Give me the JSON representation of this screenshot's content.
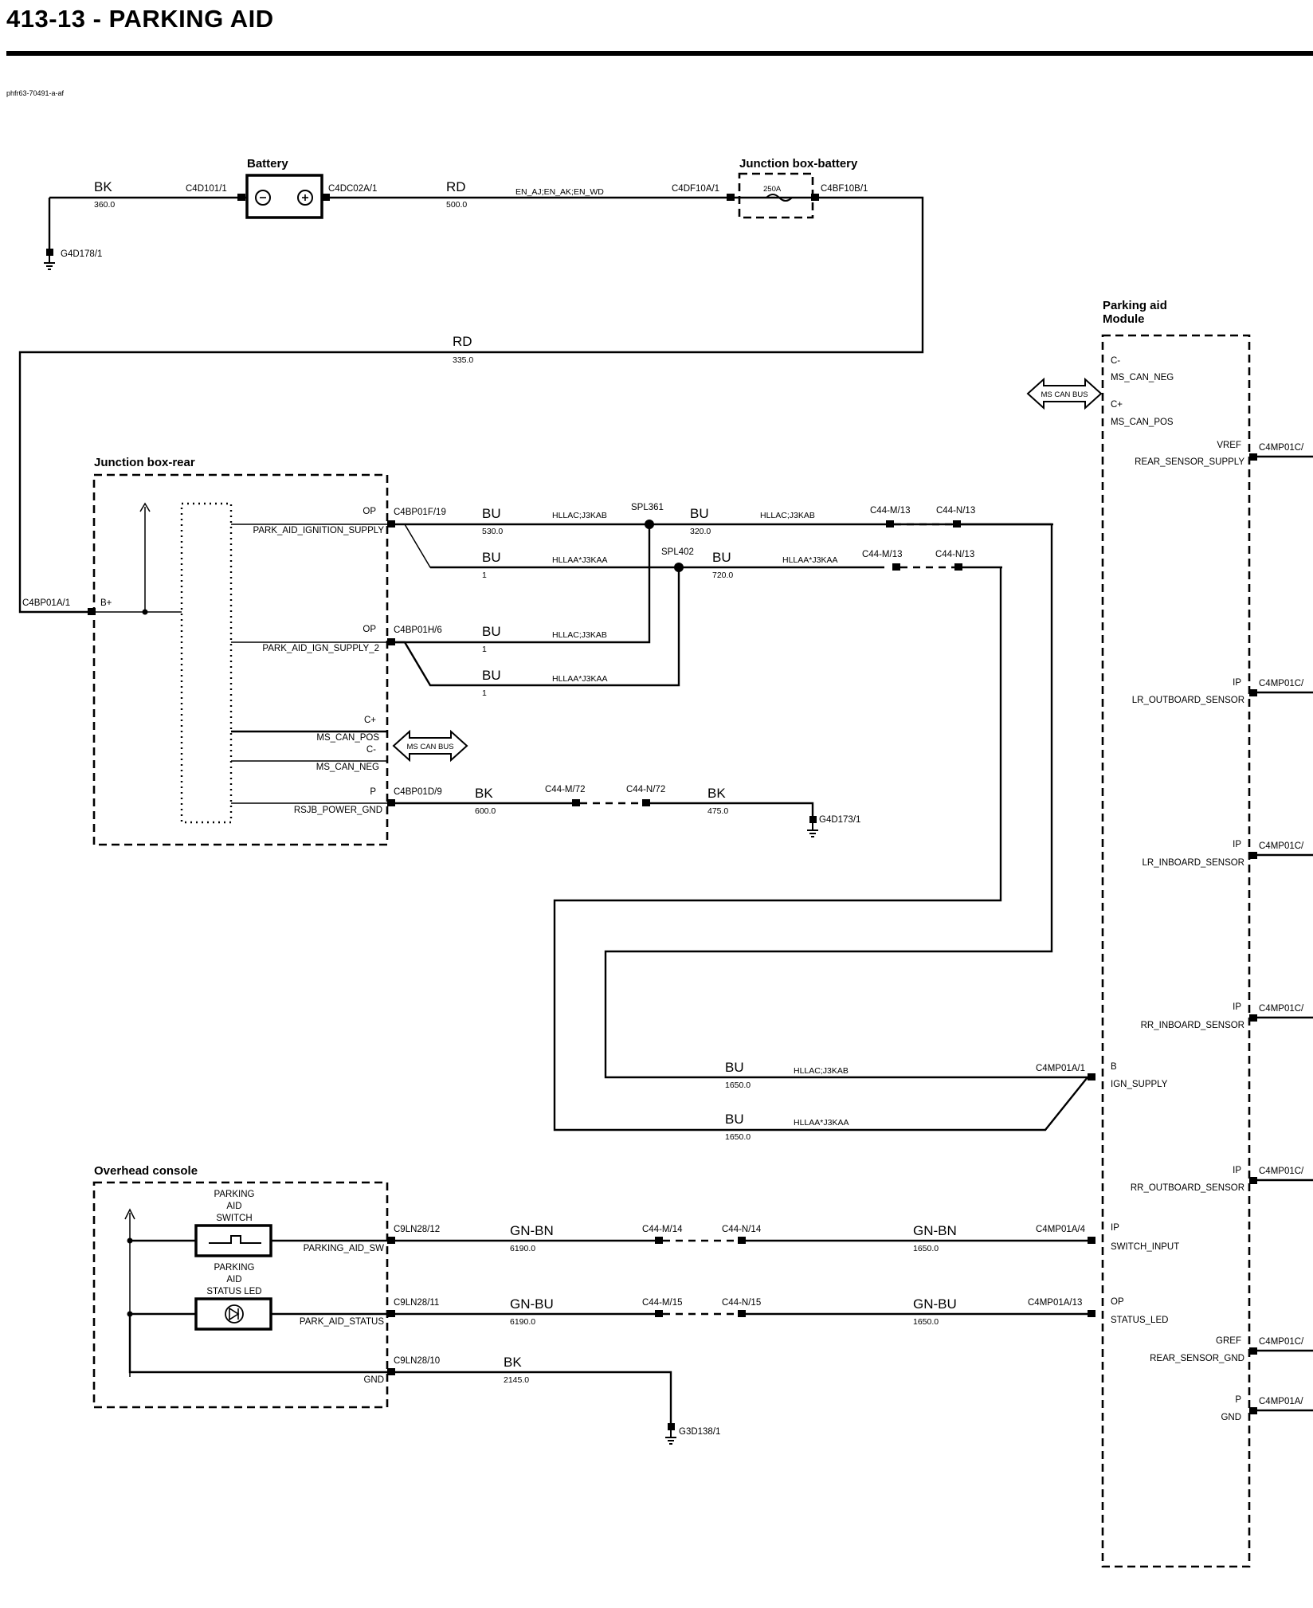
{
  "header": {
    "title": "413-13 - PARKING AID",
    "reference": "phfr63-70491-a-af"
  },
  "components": {
    "battery": "Battery",
    "junction_box_battery": "Junction box-battery",
    "fuse_rating": "250A",
    "junction_box_rear": "Junction box-rear",
    "parking_aid_module_line1": "Parking aid",
    "parking_aid_module_line2": "Module",
    "overhead_console": "Overhead console",
    "switch_l1": "PARKING",
    "switch_l2": "AID",
    "switch_l3": "SWITCH",
    "led_l1": "PARKING",
    "led_l2": "AID",
    "led_l3": "STATUS LED",
    "can_bus": "MS CAN BUS"
  },
  "grounds": {
    "g1": "G4D178/1",
    "g2": "G4D173/1",
    "g3": "G3D138/1"
  },
  "connectors": {
    "c4d101": "C4D101/1",
    "c4dc02a": "C4DC02A/1",
    "c4df10a": "C4DF10A/1",
    "c4bf10b": "C4BF10B/1",
    "c4bp01a": "C4BP01A/1",
    "c4bp01f": "C4BP01F/19",
    "c4bp01h": "C4BP01H/6",
    "c4bp01d": "C4BP01D/9",
    "spl361": "SPL361",
    "spl402": "SPL402",
    "c44m13a": "C44-M/13",
    "c44n13a": "C44-N/13",
    "c44m13b": "C44-M/13",
    "c44n13b": "C44-N/13",
    "c44m72": "C44-M/72",
    "c44n72": "C44-N/72",
    "c4mp01a1": "C4MP01A/1",
    "c9ln2812": "C9LN28/12",
    "c9ln2811": "C9LN28/11",
    "c9ln2810": "C9LN28/10",
    "c44m14": "C44-M/14",
    "c44n14": "C44-N/14",
    "c44m15": "C44-M/15",
    "c44n15": "C44-N/15",
    "c4mp01a4": "C4MP01A/4",
    "c4mp01a13": "C4MP01A/13",
    "right_c1": "C4MP01C/",
    "right_c2": "C4MP01C/",
    "right_c3": "C4MP01C/",
    "right_c4": "C4MP01C/",
    "right_c5": "C4MP01C/",
    "right_c6": "C4MP01C/",
    "right_c7": "C4MP01A/"
  },
  "wires": {
    "w1": {
      "color": "BK",
      "length": "360.0"
    },
    "w2": {
      "color": "RD",
      "length": "500.0",
      "id": "EN_AJ;EN_AK;EN_WD"
    },
    "w3": {
      "color": "RD",
      "length": "335.0"
    },
    "w4": {
      "color": "BU",
      "length": "530.0",
      "id": "HLLAC;J3KAB"
    },
    "w5": {
      "color": "BU",
      "length": "320.0",
      "id": "HLLAC;J3KAB"
    },
    "w6": {
      "color": "BU",
      "length": "1",
      "id": "HLLAA*J3KAA"
    },
    "w7": {
      "color": "BU",
      "length": "720.0",
      "id": "HLLAA*J3KAA"
    },
    "w8": {
      "color": "BU",
      "length": "1",
      "id": "HLLAC;J3KAB"
    },
    "w9": {
      "color": "BU",
      "length": "1",
      "id": "HLLAA*J3KAA"
    },
    "w10": {
      "color": "BK",
      "length": "600.0"
    },
    "w11": {
      "color": "BK",
      "length": "475.0"
    },
    "w12": {
      "color": "BU",
      "length": "1650.0",
      "id": "HLLAC;J3KAB"
    },
    "w13": {
      "color": "BU",
      "length": "1650.0",
      "id": "HLLAA*J3KAA"
    },
    "w14": {
      "color": "GN-BN",
      "length": "6190.0"
    },
    "w15": {
      "color": "GN-BN",
      "length": "1650.0"
    },
    "w16": {
      "color": "GN-BU",
      "length": "6190.0"
    },
    "w17": {
      "color": "GN-BU",
      "length": "1650.0"
    },
    "w18": {
      "color": "BK",
      "length": "2145.0"
    }
  },
  "jb_rear_pins": {
    "bplus": "B+",
    "op1": "OP",
    "sig1": "PARK_AID_IGNITION_SUPPLY",
    "op2": "OP",
    "sig2": "PARK_AID_IGN_SUPPLY_2",
    "cplus": "C+",
    "sig3": "MS_CAN_POS",
    "cminus": "C-",
    "sig4": "MS_CAN_NEG",
    "p": "P",
    "sig5": "RSJB_POWER_GND"
  },
  "console_pins": {
    "sig1": "PARKING_AID_SW",
    "sig2": "PARK_AID_STATUS",
    "sig3": "GND"
  },
  "module_pins": {
    "cminus": "C-",
    "can_neg": "MS_CAN_NEG",
    "cplus": "C+",
    "can_pos": "MS_CAN_POS",
    "vref": "VREF",
    "rear_supply": "REAR_SENSOR_SUPPLY",
    "ip1": "IP",
    "lr_out": "LR_OUTBOARD_SENSOR",
    "ip2": "IP",
    "lr_in": "LR_INBOARD_SENSOR",
    "ip3": "IP",
    "rr_in": "RR_INBOARD_SENSOR",
    "b": "B",
    "ign": "IGN_SUPPLY",
    "ip4": "IP",
    "rr_out": "RR_OUTBOARD_SENSOR",
    "ip5": "IP",
    "sw_in": "SWITCH_INPUT",
    "op": "OP",
    "led": "STATUS_LED",
    "gref": "GREF",
    "rear_gnd": "REAR_SENSOR_GND",
    "p": "P",
    "gnd": "GND"
  }
}
